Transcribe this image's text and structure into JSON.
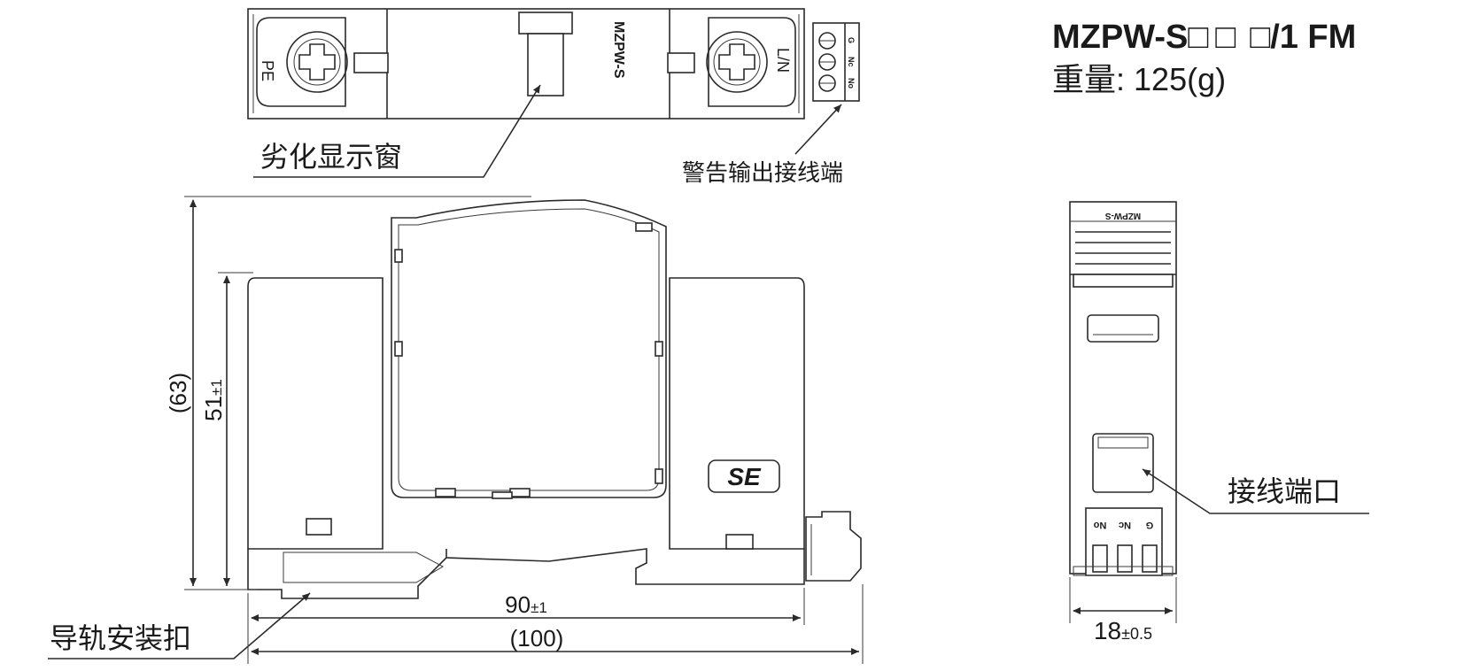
{
  "title": {
    "model_prefix": "MZPW-S",
    "model_box1": "□",
    "model_box2": "□",
    "model_box3": "□",
    "model_suffix": "/1 FM",
    "weight_label": "重量",
    "weight_value": ": 125(g)"
  },
  "top_view": {
    "pe_label": "PE",
    "ln_label": "L/N",
    "model_text": "MZPW-S",
    "terminal_g": "G",
    "terminal_nc": "Nc",
    "terminal_no": "No"
  },
  "callouts": {
    "degradation_window": "劣化显示窗",
    "alarm_output": "警告输出接线端",
    "din_clip": "导轨安装扣",
    "wiring_port": "接线端口"
  },
  "dimensions": {
    "height_overall": "(63)",
    "height_body": "51",
    "height_body_tol": "±1",
    "width_body": "90",
    "width_body_tol": "±1",
    "width_overall": "(100)",
    "depth": "18",
    "depth_tol": "±0.5"
  },
  "side_view": {
    "model_text": "MZPW-S",
    "terminal_g": "G",
    "terminal_nc": "Nc",
    "terminal_no": "No"
  },
  "logo": {
    "text": "SE"
  }
}
